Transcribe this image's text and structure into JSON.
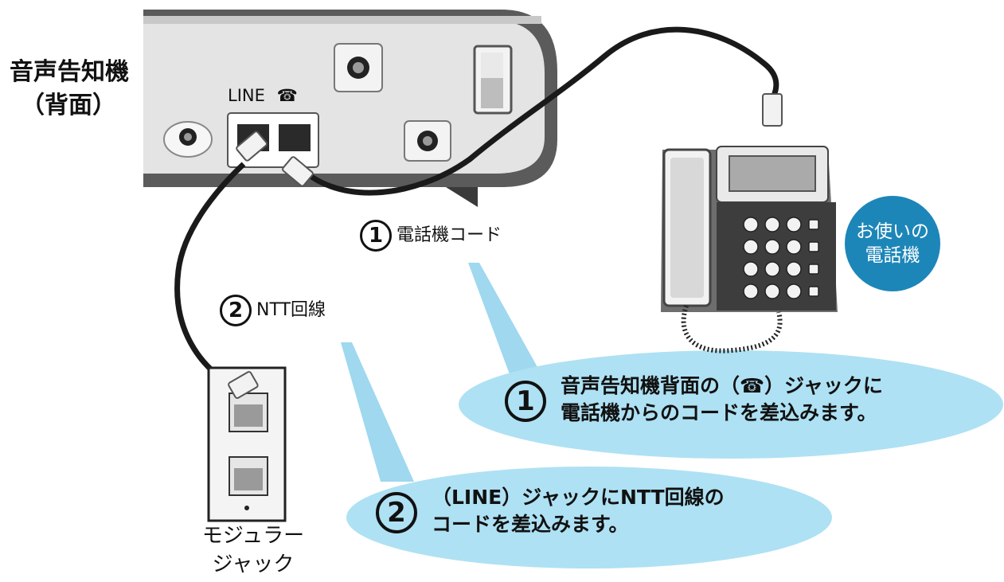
{
  "device": {
    "title_line1": "音声告知機",
    "title_line2": "（背面）",
    "line_port_label": "LINE",
    "phone_symbol": "☎"
  },
  "cords": {
    "cord1_number": "1",
    "cord1_label": "電話機コード",
    "cord2_number": "2",
    "cord2_label": "NTT回線"
  },
  "modular_jack": {
    "label_line1": "モジュラー",
    "label_line2": "ジャック"
  },
  "phone_badge": {
    "line1": "お使いの",
    "line2": "電話機"
  },
  "steps": [
    {
      "number": "1",
      "line1": "音声告知機背面の（☎）ジャックに",
      "line2": "電話機からのコードを差込みます。"
    },
    {
      "number": "2",
      "line1": "（LINE）ジャックにNTT回線の",
      "line2": "コードを差込みます。"
    }
  ],
  "colors": {
    "callout_fill": "#aee1f3",
    "callout_tail": "#9fd8ef",
    "badge": "#1d86b8",
    "device_body": "#e4e4e4",
    "cord": "#1a1a1a"
  }
}
